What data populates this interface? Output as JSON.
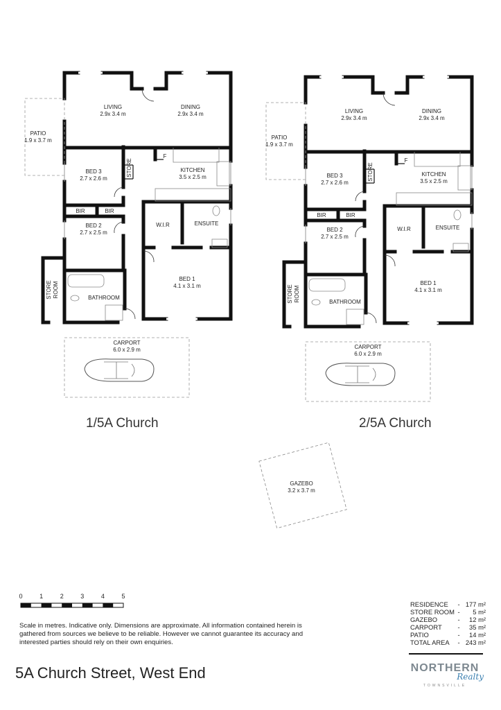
{
  "units": [
    {
      "title": "1/5A Church"
    },
    {
      "title": "2/5A Church"
    }
  ],
  "rooms": {
    "living": {
      "name": "LIVING",
      "dims": "2.9x 3.4 m"
    },
    "dining": {
      "name": "DINING",
      "dims": "2.9x 3.4 m"
    },
    "patio": {
      "name": "PATIO",
      "dims": "1.9 x 3.7 m"
    },
    "bed3": {
      "name": "BED 3",
      "dims": "2.7 x 2.6 m"
    },
    "store": {
      "name": "STORE"
    },
    "fridge": {
      "name": "F"
    },
    "kitchen": {
      "name": "KITCHEN",
      "dims": "3.5 x 2.5 m"
    },
    "bir1": {
      "name": "BIR"
    },
    "bir2": {
      "name": "BIR"
    },
    "wir": {
      "name": "W.I.R"
    },
    "ensuite": {
      "name": "ENSUITE"
    },
    "bed2": {
      "name": "BED 2",
      "dims": "2.7 x 2.5 m"
    },
    "storeroom": {
      "name": "STORE ROOM"
    },
    "bathroom": {
      "name": "BATHROOM"
    },
    "bed1": {
      "name": "BED 1",
      "dims": "4.1 x 3.1 m"
    },
    "carport": {
      "name": "CARPORT",
      "dims": "6.0 x 2.9 m"
    }
  },
  "gazebo": {
    "name": "GAZEBO",
    "dims": "3.2 x 3.7 m"
  },
  "scale": {
    "ticks": [
      "0",
      "1",
      "2",
      "3",
      "4",
      "5"
    ]
  },
  "disclaimer": "Scale in metres. Indicative only. Dimensions are approximate. All information contained herein is gathered from sources we believe to be reliable. However we cannot guarantee its accuracy and interested parties should rely on their own enquiries.",
  "address": "5A Church Street, West End",
  "areas": [
    {
      "name": "RESIDENCE",
      "value": "177 m²"
    },
    {
      "name": "STORE ROOM",
      "value": "5 m²"
    },
    {
      "name": "GAZEBO",
      "value": "12 m²"
    },
    {
      "name": "CARPORT",
      "value": "35 m²"
    },
    {
      "name": "PATIO",
      "value": "14 m²"
    },
    {
      "name": "TOTAL AREA",
      "value": "243 m²"
    }
  ],
  "logo": {
    "line1": "NORTHERN",
    "line2": "Realty",
    "line3": "TOWNSVILLE"
  }
}
